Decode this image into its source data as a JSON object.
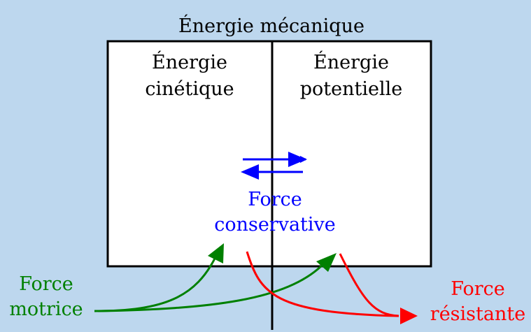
{
  "title": "Énergie mécanique",
  "kinetic": {
    "line1": "Énergie",
    "line2": "cinétique"
  },
  "potential": {
    "line1": "Énergie",
    "line2": "potentielle"
  },
  "conservative": {
    "line1": "Force",
    "line2": "conservative"
  },
  "motrice": {
    "line1": "Force",
    "line2": "motrice"
  },
  "resistante": {
    "line1": "Force",
    "line2": "résistante"
  },
  "colors": {
    "background": "#bdd7ee",
    "box": "#000000",
    "conservative": "#0000ff",
    "motrice": "#008000",
    "resistante": "#ff0000"
  }
}
